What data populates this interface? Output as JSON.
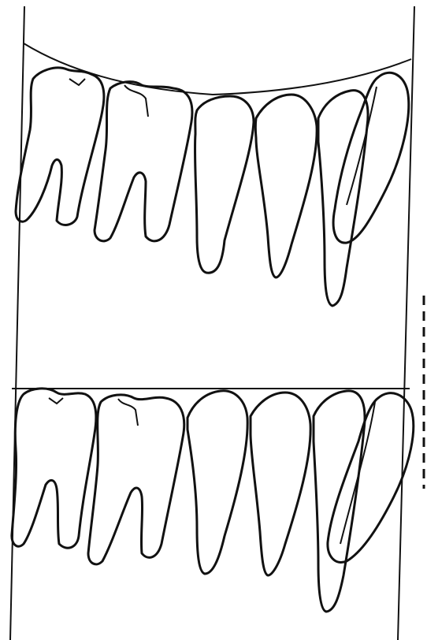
{
  "figure": {
    "panels": [
      {
        "id": "top",
        "occlusal_reference": "curved"
      },
      {
        "id": "bottom",
        "occlusal_reference": "flat"
      }
    ],
    "teeth_per_panel": 5,
    "impacted_tooth": "hatched",
    "colors": {
      "ink": "#111111",
      "background": "#ffffff"
    }
  }
}
